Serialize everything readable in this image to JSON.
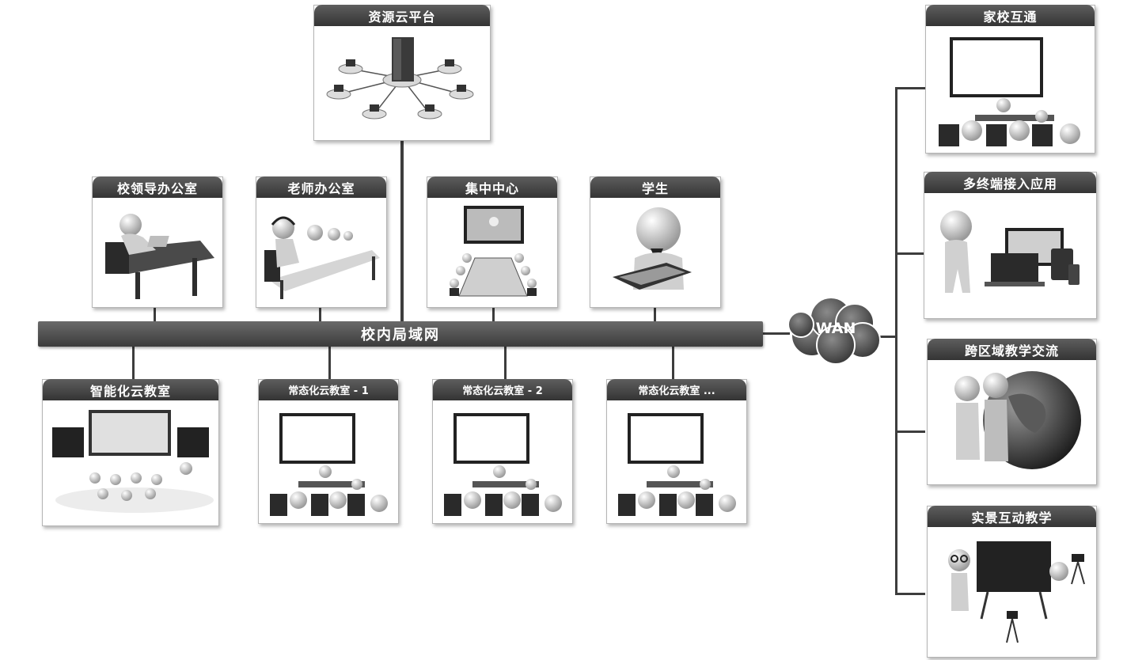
{
  "top": {
    "resource_cloud": "资源云平台"
  },
  "offices": {
    "leader_office": "校领导办公室",
    "teacher_office": "老师办公室",
    "central_center": "集中中心",
    "student": "学生"
  },
  "network": {
    "lan_label": "校内局域网",
    "wan_label": "WAN"
  },
  "classrooms": {
    "smart_cloud": "智能化云教室",
    "normal_1": "常态化云教室 - 1",
    "normal_2": "常态化云教室 - 2",
    "normal_more": "常态化云教室 ..."
  },
  "right_panel": {
    "home_school": "家校互通",
    "multi_terminal": "多终端接入应用",
    "cross_region": "跨区域教学交流",
    "live_teaching": "实景互动教学"
  },
  "colors": {
    "tab_dark": "#3a3a3a",
    "line": "#3d3d3d",
    "background": "#ffffff"
  }
}
